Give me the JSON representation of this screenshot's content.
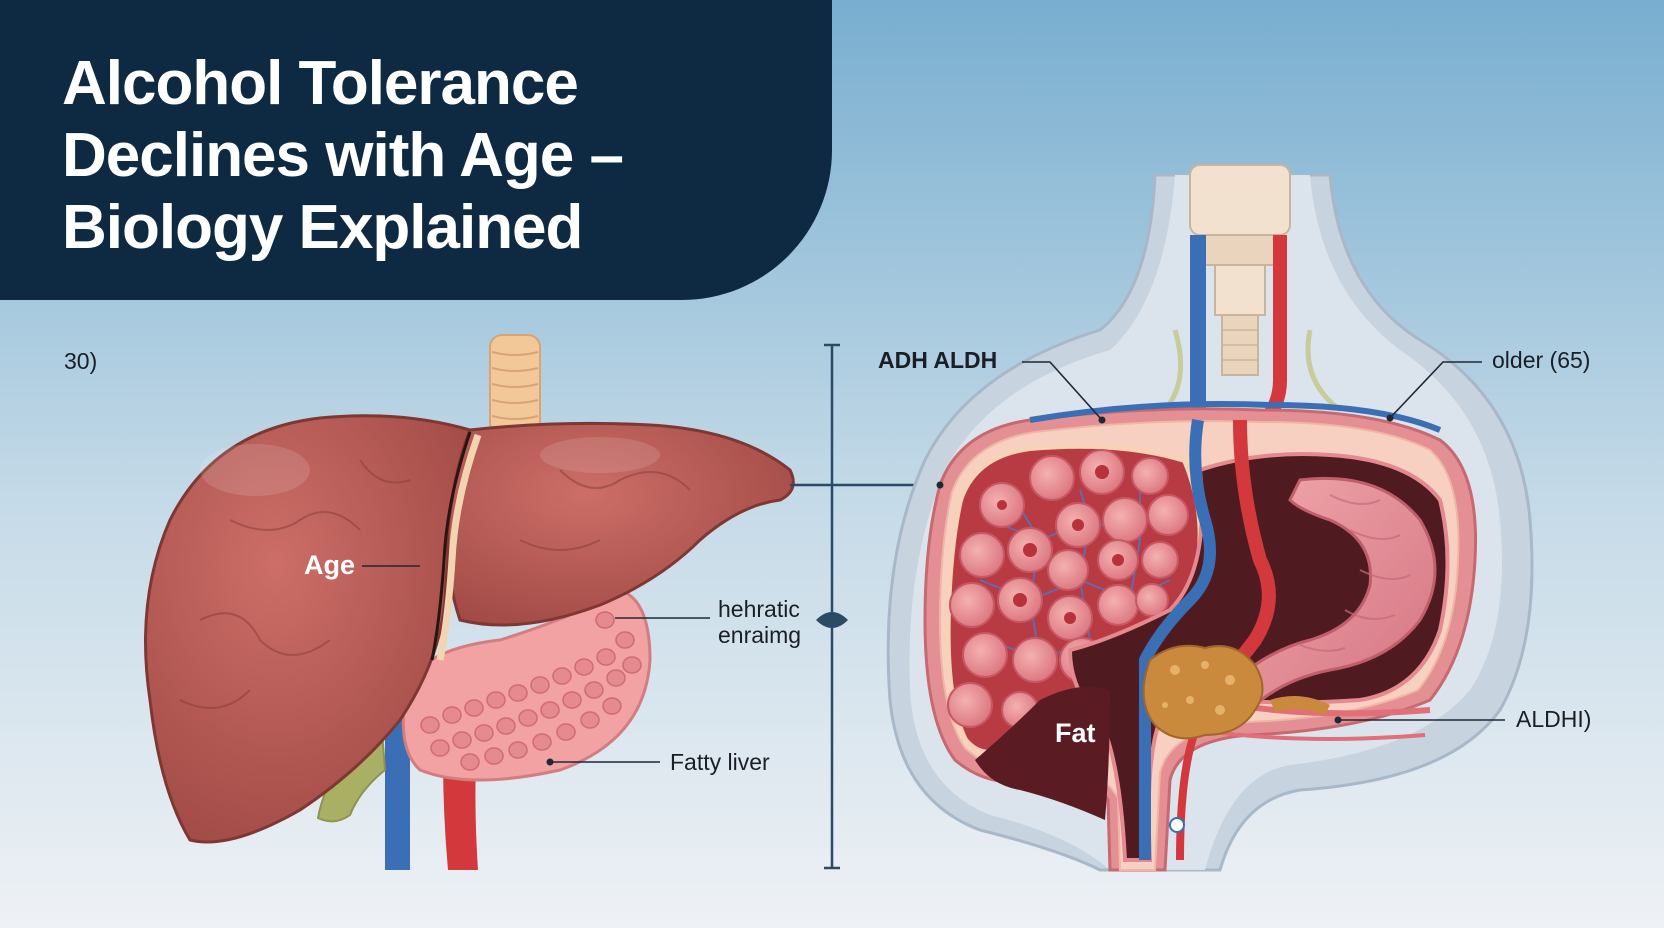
{
  "title": {
    "line1": "Alcohol Tolerance",
    "line2": "Declines with Age –",
    "line3": "Biology Explained"
  },
  "labels": {
    "age_30": "30)",
    "age": "Age",
    "hepatic_1": "hehratic",
    "hepatic_2": "enraimg",
    "fatty_liver": "Fatty liver",
    "adh_aldh": "ADH ALDH",
    "older": "older (65)",
    "aldh": "ALDHI)",
    "fat": "Fat"
  },
  "colors": {
    "title_bg": "#0e2a43",
    "liver": "#b85a55",
    "vein": "#3a6fb5",
    "artery": "#d2383c",
    "bile": "#a9b063",
    "cells": "#e58a8e",
    "fat": "#c98a3d"
  }
}
